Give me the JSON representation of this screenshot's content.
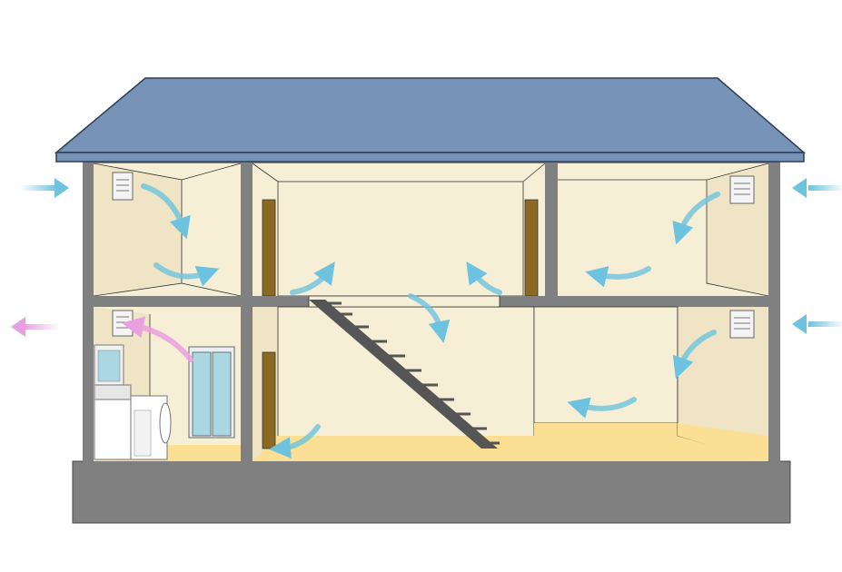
{
  "colors": {
    "background": "#ffffff",
    "roof": "#7893b8",
    "roof_outline": "#2c3e55",
    "structure": "#808080",
    "interior_wall": "#f7eed6",
    "side_wall": "#efe4c6",
    "floor": "#fbdf94",
    "door": "#8a6a22",
    "window_glass": "#aad7e2",
    "stair": "#555555",
    "airflow_in": "#6dc3df",
    "airflow_out": "#ea9fe0",
    "vent": "#f4f4f4"
  },
  "icons": {
    "intake_arrow": "arrow-right-icon",
    "exhaust_arrow": "arrow-left-icon",
    "vent": "vent-fan-icon"
  },
  "scene": {
    "rooms": [
      "upstairs-left-room",
      "upstairs-hall",
      "upstairs-right-room",
      "downstairs-washroom",
      "downstairs-living",
      "downstairs-right-room"
    ],
    "fixtures": [
      "washbasin",
      "washing-machine",
      "shower",
      "staircase",
      "door",
      "door",
      "door",
      "door"
    ]
  }
}
